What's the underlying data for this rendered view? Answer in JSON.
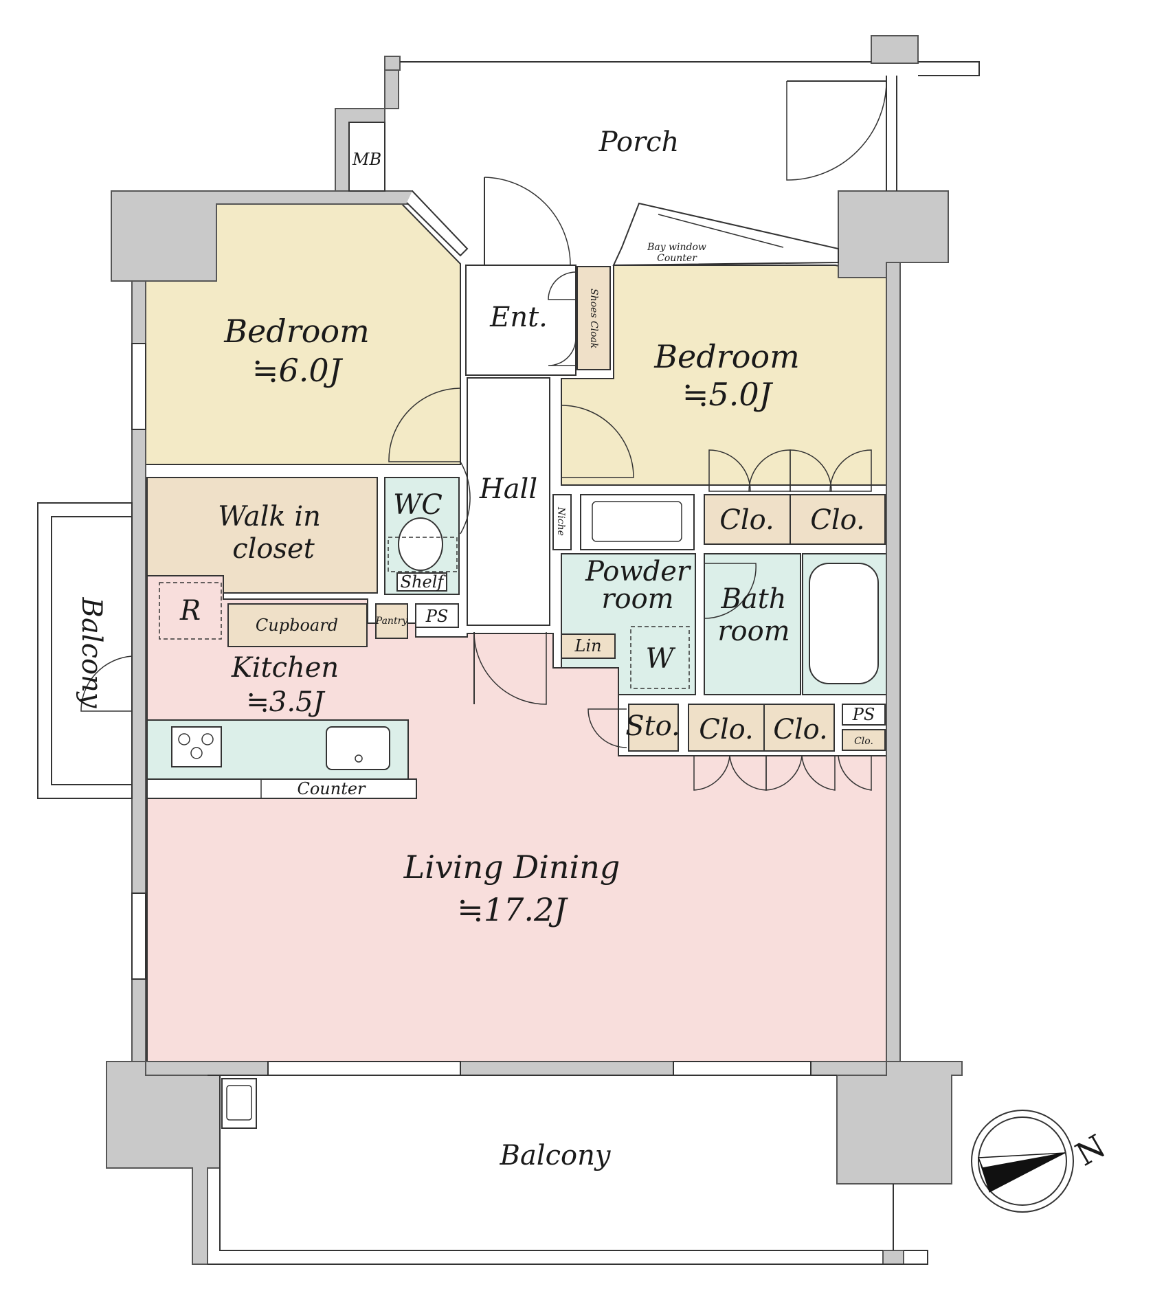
{
  "rooms": {
    "porch": "Porch",
    "mb": "MB",
    "entrance": "Ent.",
    "shoes_cloak": "Shoes Cloak",
    "bay_window": "Bay window",
    "bay_counter": "Counter",
    "bedroom1": {
      "name": "Bedroom",
      "size": "≒6.0J"
    },
    "bedroom2": {
      "name": "Bedroom",
      "size": "≒5.0J"
    },
    "hall": "Hall",
    "wc": "WC",
    "shelf": "Shelf",
    "walk_in_closet": [
      "Walk in",
      "closet"
    ],
    "niche": "Niche",
    "closet": "Clo.",
    "powder_room": [
      "Powder",
      "room"
    ],
    "bath_room": [
      "Bath",
      "room"
    ],
    "linen": "Lin",
    "washer": "W",
    "refrigerator": "R",
    "cupboard": "Cupboard",
    "pantry": "Pantry",
    "ps": "PS",
    "kitchen": {
      "name": "Kitchen",
      "size": "≒3.5J"
    },
    "counter": "Counter",
    "storage": "Sto.",
    "living_dining": {
      "name": "Living Dining",
      "size": "≒17.2J"
    },
    "balcony": "Balcony",
    "side_balcony": "Balcony"
  },
  "compass": {
    "label": "N"
  },
  "colors": {
    "bedroom": "#f3eac6",
    "closet": "#efe0c8",
    "wet": "#dcefe9",
    "living": "#f8dedc",
    "wall": "#c9c9c9"
  }
}
